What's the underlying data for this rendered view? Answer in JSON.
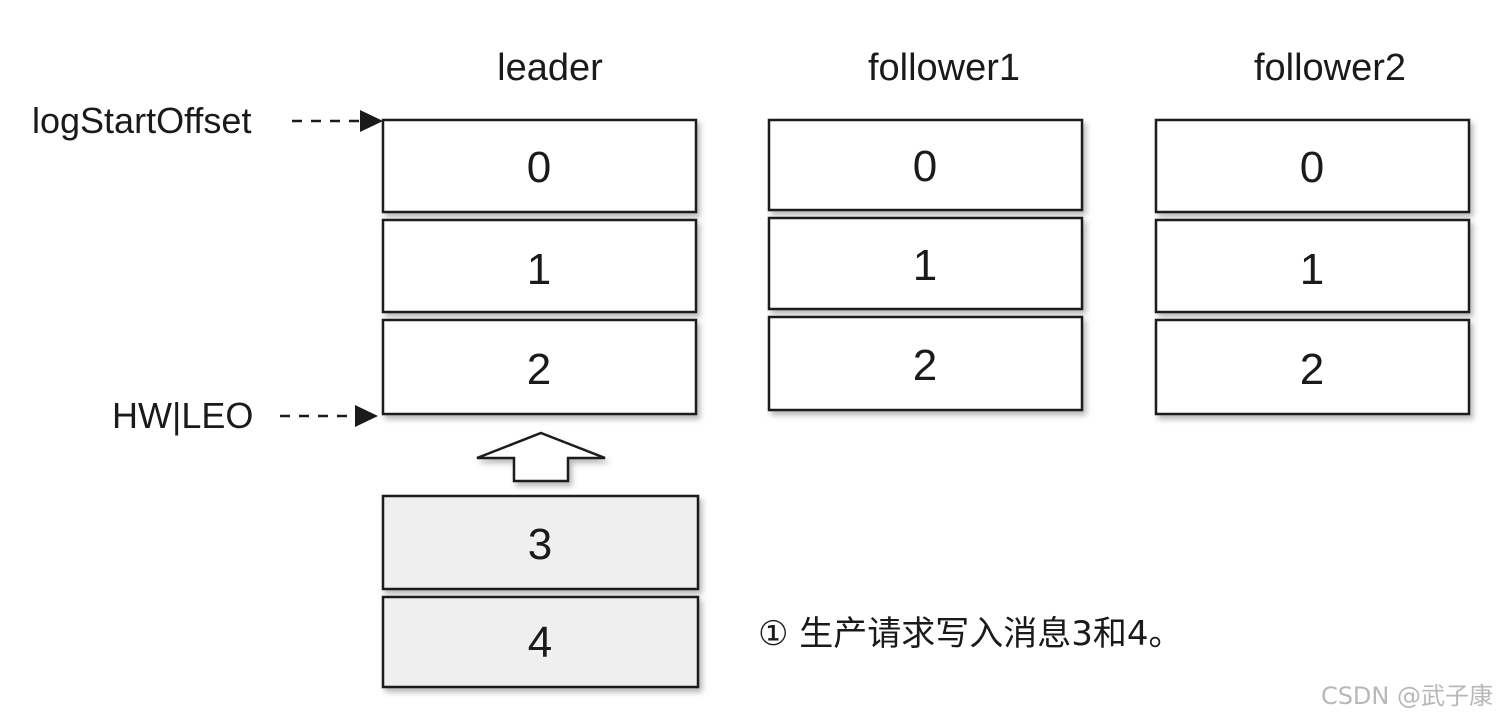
{
  "columns": [
    {
      "label": "leader",
      "cells": [
        "0",
        "1",
        "2"
      ]
    },
    {
      "label": "follower1",
      "cells": [
        "0",
        "1",
        "2"
      ]
    },
    {
      "label": "follower2",
      "cells": [
        "0",
        "1",
        "2"
      ]
    }
  ],
  "pending_cells": [
    "3",
    "4"
  ],
  "markers": {
    "log_start_offset": "logStartOffset",
    "hw_leo": "HW|LEO"
  },
  "caption": "① 生产请求写入消息3和4。",
  "watermark": "CSDN @武子康",
  "colors": {
    "cell_fill": "#ffffff",
    "pending_fill": "#efefef",
    "stroke": "#1a1a1a"
  }
}
